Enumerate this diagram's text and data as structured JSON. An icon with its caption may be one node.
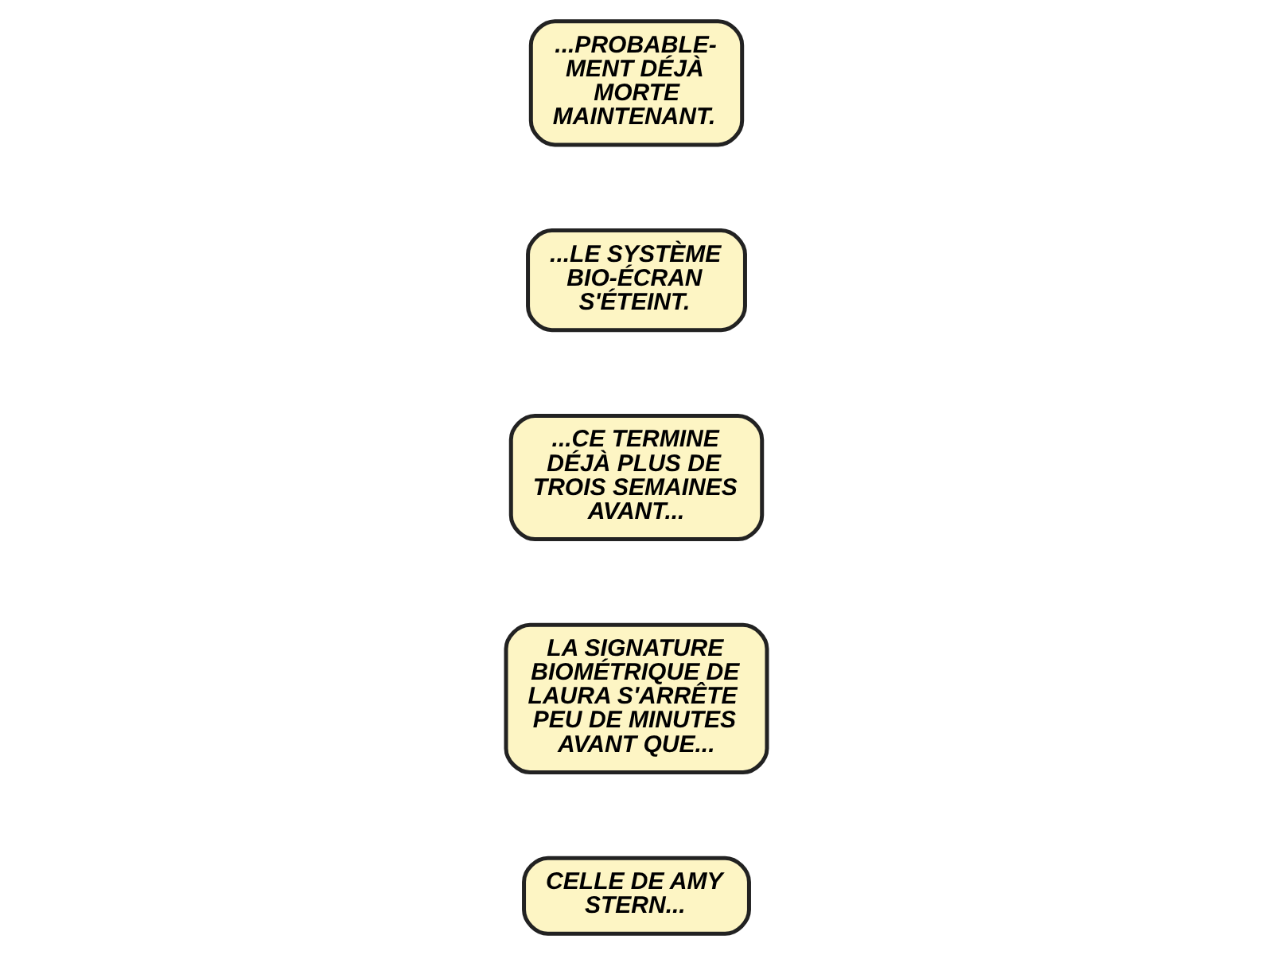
{
  "diagram": {
    "nodes": [
      {
        "text": [
          "CELLE DE AMY STERN..."
        ]
      },
      {
        "text": [
          "LA SIGNATURE BIOMÉTRIQUE DE LAURA S'ARRÊTE PEU DE MINUTES AVANT QUE..."
        ]
      },
      {
        "text": [
          "...CE TERMINE DÉJÀ PLUS DE TROIS SEMAINES AVANT..."
        ]
      },
      {
        "text": [
          "...LE SYSTÈME BIO-ÉCRAN S'ÉTEINT."
        ]
      },
      {
        "text": [
          "...PROBABLE- MENT DÉJÀ MORTE MAINTENANT."
        ]
      }
    ]
  }
}
